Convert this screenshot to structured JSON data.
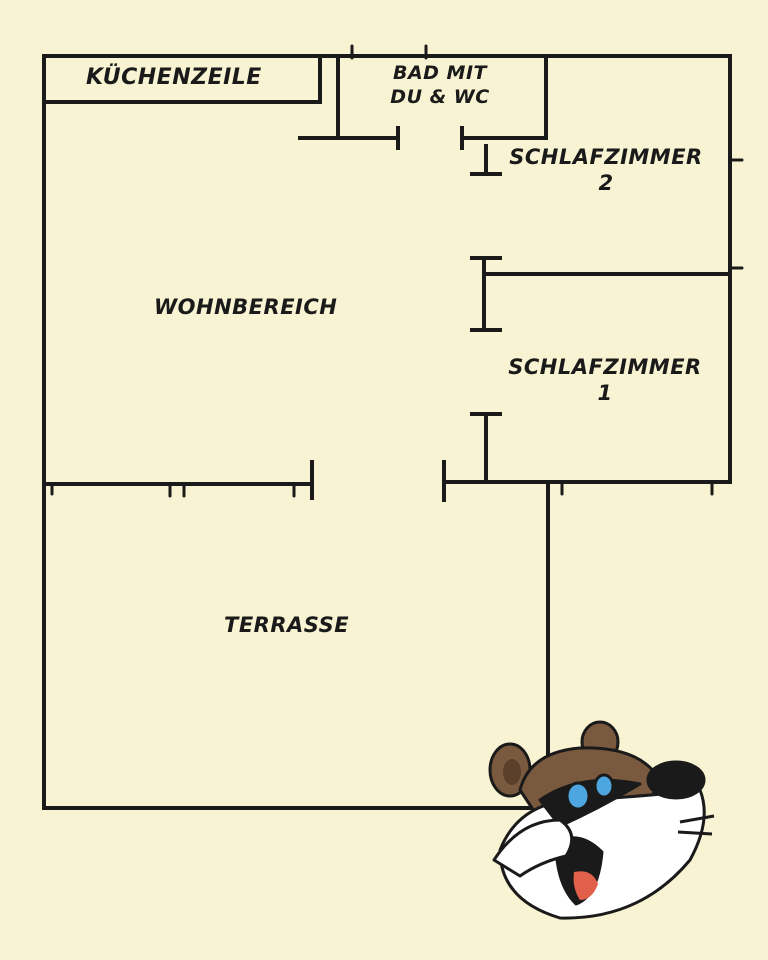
{
  "rooms": {
    "kuechenzeile": "KÜCHENZEILE",
    "bad_line1": "BAD MIT",
    "bad_line2": "DU & WC",
    "schlafzimmer2_line1": "SCHLAFZIMMER",
    "schlafzimmer2_line2": "2",
    "wohnbereich": "WOHNBEREICH",
    "schlafzimmer1_line1": "SCHLAFZIMMER",
    "schlafzimmer1_line2": "1",
    "terrasse": "TERRASSE"
  },
  "colors": {
    "background": "#f8f3d2",
    "wall": "#1a1a1a",
    "mascot_fur": "#7a5a3f",
    "mascot_eye": "#4da6e0",
    "mascot_tongue": "#e0604a"
  },
  "mascot": {
    "icon": "cartoon-raccoon-mascot"
  }
}
